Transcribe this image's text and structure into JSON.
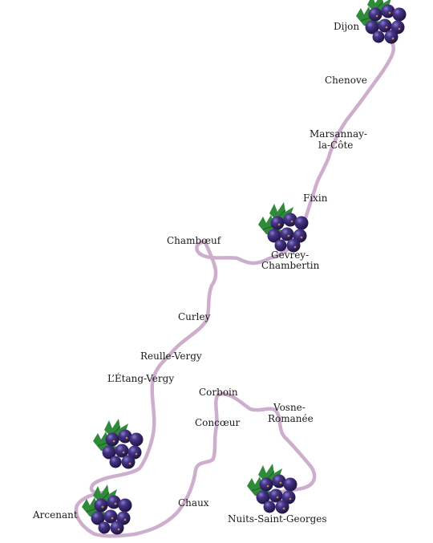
{
  "colors": {
    "route": "#cdaecd",
    "berry": "#3a2a6e",
    "berry_highlight": "#7d6fc0",
    "leaf": "#2f8a3a",
    "leaf_vein": "#1f5e27",
    "label": "#1a1a1a"
  },
  "icon": "blackcurrant-cluster-icon",
  "towns": {
    "dijon": "Dijon",
    "chenove": "Chenove",
    "marsannay_1": "Marsannay-",
    "marsannay_2": "la-Côte",
    "fixin": "Fixin",
    "gevrey_1": "Gevrey-",
    "gevrey_2": "Chambertin",
    "chamboeuf": "Chambœuf",
    "curley": "Curley",
    "reulle_vergy": "Reulle-Vergy",
    "etang_vergy": "L’Étang-Vergy",
    "corboin": "Corboin",
    "concoeur": "Concœur",
    "vosne_1": "Vosne-",
    "vosne_2": "Romanée",
    "arcenant": "Arcenant",
    "chaux": "Chaux",
    "nuits": "Nuits-Saint-Georges"
  }
}
